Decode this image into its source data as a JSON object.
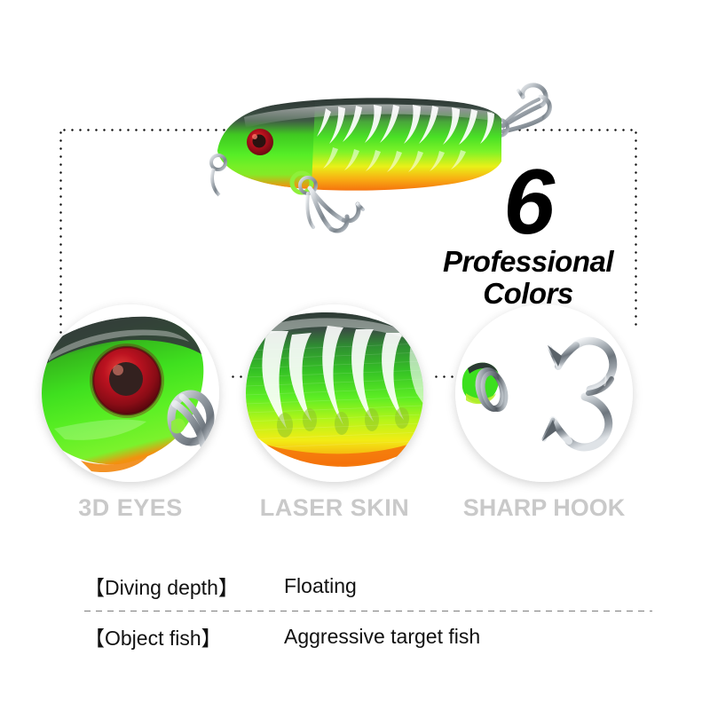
{
  "headline": {
    "number": "6",
    "line1": "Professional",
    "line2": "Colors",
    "sub": "Professional\nColors"
  },
  "hero": {
    "alt_name": "fishing-lure-pencil-bait",
    "colors": {
      "back": "#3c4a44",
      "back_dark": "#2b3330",
      "mid_green": "#3fd21f",
      "bright_green": "#6bf02a",
      "yellow": "#f2ee1e",
      "orange": "#f79a16",
      "belly_orange": "#f57a10",
      "stripe": "#ffffff",
      "eye_red": "#c01520",
      "eye_pupil": "#2a1010",
      "hook_silver": "#b9bec4"
    }
  },
  "features": [
    {
      "id": "3d-eyes",
      "label": "3D EYES",
      "detail": "close-up of lure head showing red 3D eye"
    },
    {
      "id": "laser-skin",
      "label": "LASER SKIN",
      "detail": "close-up of body showing holographic tiger stripe skin"
    },
    {
      "id": "sharp-hook",
      "label": "SHARP HOOK",
      "detail": "close-up of chrome treble hook"
    }
  ],
  "specs": [
    {
      "key": "【Diving depth】",
      "value": "Floating"
    },
    {
      "key": "【Object fish】",
      "value": "Aggressive target fish"
    }
  ],
  "style": {
    "label_color": "#c9c9c9",
    "text_color": "#111111",
    "dot_color": "#111111",
    "divider_color": "#7d7d7d",
    "background": "#ffffff"
  }
}
